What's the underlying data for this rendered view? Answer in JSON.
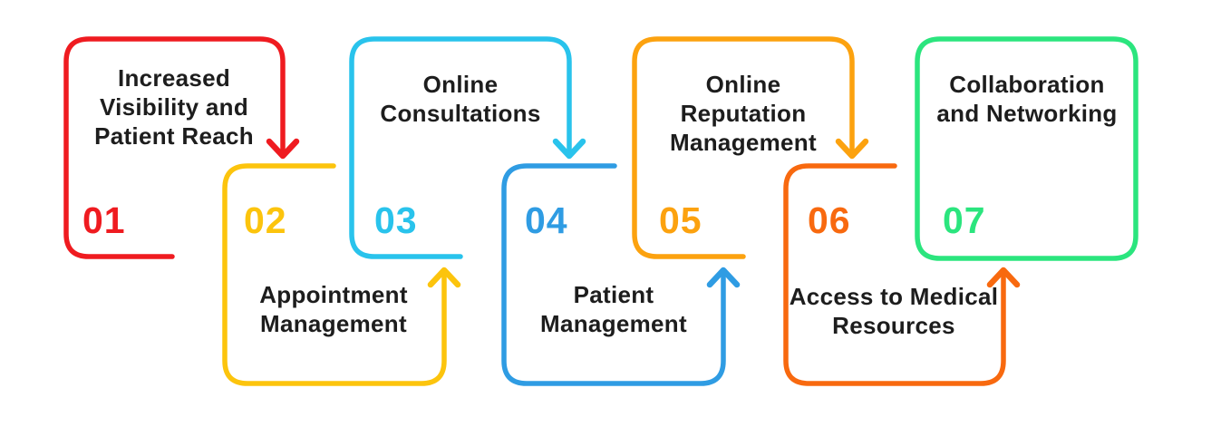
{
  "background_color": "#ffffff",
  "text_color": "#1d1d1d",
  "steps": [
    {
      "number": "01",
      "label": "Increased\nVisibility and\nPatient Reach",
      "color": "#ef1b20"
    },
    {
      "number": "02",
      "label": "Appointment\nManagement",
      "color": "#fcc40d"
    },
    {
      "number": "03",
      "label": "Online\nConsultations",
      "color": "#29c3ec"
    },
    {
      "number": "04",
      "label": "Patient\nManagement",
      "color": "#2f9ce3"
    },
    {
      "number": "05",
      "label": "Online\nReputation\nManagement",
      "color": "#fca20f"
    },
    {
      "number": "06",
      "label": "Access to Medical\nResources",
      "color": "#f8690f"
    },
    {
      "number": "07",
      "label": "Collaboration\nand Networking",
      "color": "#2be57e"
    }
  ]
}
